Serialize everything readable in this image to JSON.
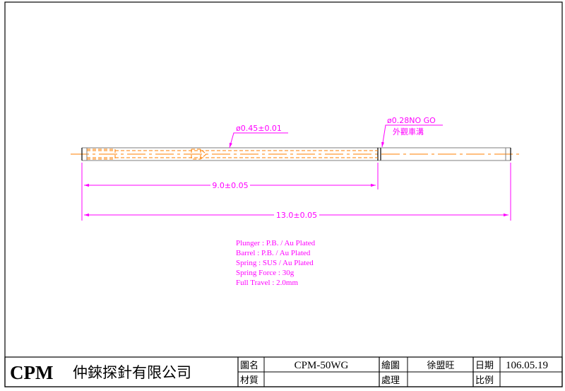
{
  "colors": {
    "outline": "#000000",
    "part": "#7f7f7f",
    "hidden": "#ff7f00",
    "dimension": "#ff00ff"
  },
  "dimensions": {
    "diameter_main": "ø0.45±0.01",
    "diameter_tail": "ø0.28NO GO",
    "tail_note": "外觀車溝",
    "length_barrel": "9.0±0.05",
    "length_total": "13.0±0.05"
  },
  "notes": [
    "Plunger : P.B. / Au Plated",
    "Barrel : P.B. / Au Plated",
    "Spring : SUS / Au Plated",
    "Spring Force : 30g",
    "Full Travel : 2.0mm"
  ],
  "title_block": {
    "logo": "CPM",
    "company": "仲錸探針有限公司",
    "drawing_name_label": "圖名",
    "drawing_name": "CPM-50WG",
    "material_label": "材質",
    "material": "",
    "drawn_label": "繪圖",
    "drawn_by": "徐盟旺",
    "processed_label": "處理",
    "processed_by": "",
    "date_label": "日期",
    "date": "106.05.19",
    "scale_label": "比例",
    "scale": ""
  }
}
